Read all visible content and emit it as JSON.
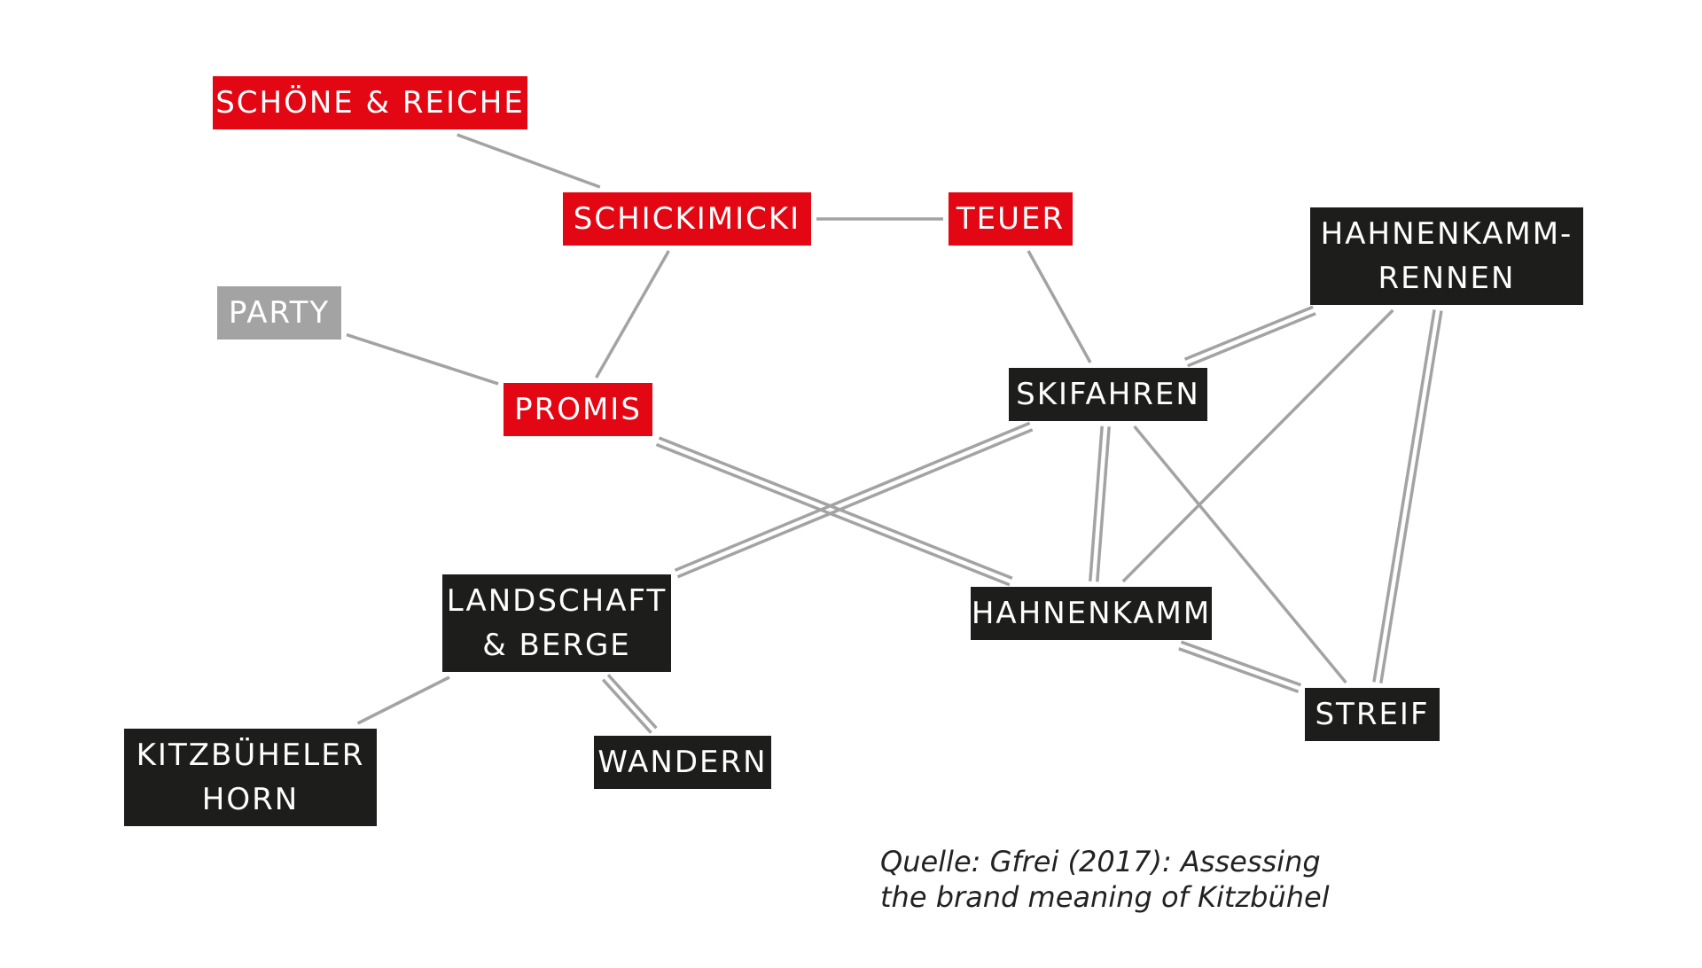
{
  "colors": {
    "red": "#e30613",
    "black": "#1d1d1b",
    "grey": "#a3a3a3",
    "link": "#a3a3a3"
  },
  "nodes": {
    "schoene_reiche": {
      "label": "SCHÖNE & REICHE",
      "category": "red"
    },
    "schickimicki": {
      "label": "SCHICKIMICKI",
      "category": "red"
    },
    "teuer": {
      "label": "TEUER",
      "category": "red"
    },
    "party": {
      "label": "PARTY",
      "category": "grey"
    },
    "promis": {
      "label": "PROMIS",
      "category": "red"
    },
    "hahnenkamm_rennen": {
      "label": "HAHNENKAMM-\nRENNEN",
      "category": "black"
    },
    "skifahren": {
      "label": "SKIFAHREN",
      "category": "black"
    },
    "landschaft_berge": {
      "label": "LANDSCHAFT\n& BERGE",
      "category": "black"
    },
    "hahnenkamm": {
      "label": "HAHNENKAMM",
      "category": "black"
    },
    "streif": {
      "label": "STREIF",
      "category": "black"
    },
    "kitzbueheler_horn": {
      "label": "KITZBÜHELER\nHORN",
      "category": "black"
    },
    "wandern": {
      "label": "WANDERN",
      "category": "black"
    }
  },
  "edges": [
    {
      "from": "schoene_reiche",
      "to": "schickimicki",
      "style": "single"
    },
    {
      "from": "schickimicki",
      "to": "teuer",
      "style": "single"
    },
    {
      "from": "schickimicki",
      "to": "promis",
      "style": "single"
    },
    {
      "from": "party",
      "to": "promis",
      "style": "single"
    },
    {
      "from": "teuer",
      "to": "skifahren",
      "style": "single"
    },
    {
      "from": "promis",
      "to": "hahnenkamm",
      "style": "double"
    },
    {
      "from": "skifahren",
      "to": "landschaft_berge",
      "style": "double"
    },
    {
      "from": "skifahren",
      "to": "hahnenkamm",
      "style": "double"
    },
    {
      "from": "skifahren",
      "to": "streif",
      "style": "single"
    },
    {
      "from": "skifahren",
      "to": "hahnenkamm_rennen",
      "style": "double"
    },
    {
      "from": "hahnenkamm_rennen",
      "to": "hahnenkamm",
      "style": "single"
    },
    {
      "from": "hahnenkamm_rennen",
      "to": "streif",
      "style": "double"
    },
    {
      "from": "hahnenkamm",
      "to": "streif",
      "style": "double"
    },
    {
      "from": "landschaft_berge",
      "to": "kitzbueheler_horn",
      "style": "single"
    },
    {
      "from": "landschaft_berge",
      "to": "wandern",
      "style": "double"
    }
  ],
  "caption": {
    "line1": "Quelle: Gfrei (2017): Assessing",
    "line2": "the brand meaning of Kitzbühel"
  }
}
